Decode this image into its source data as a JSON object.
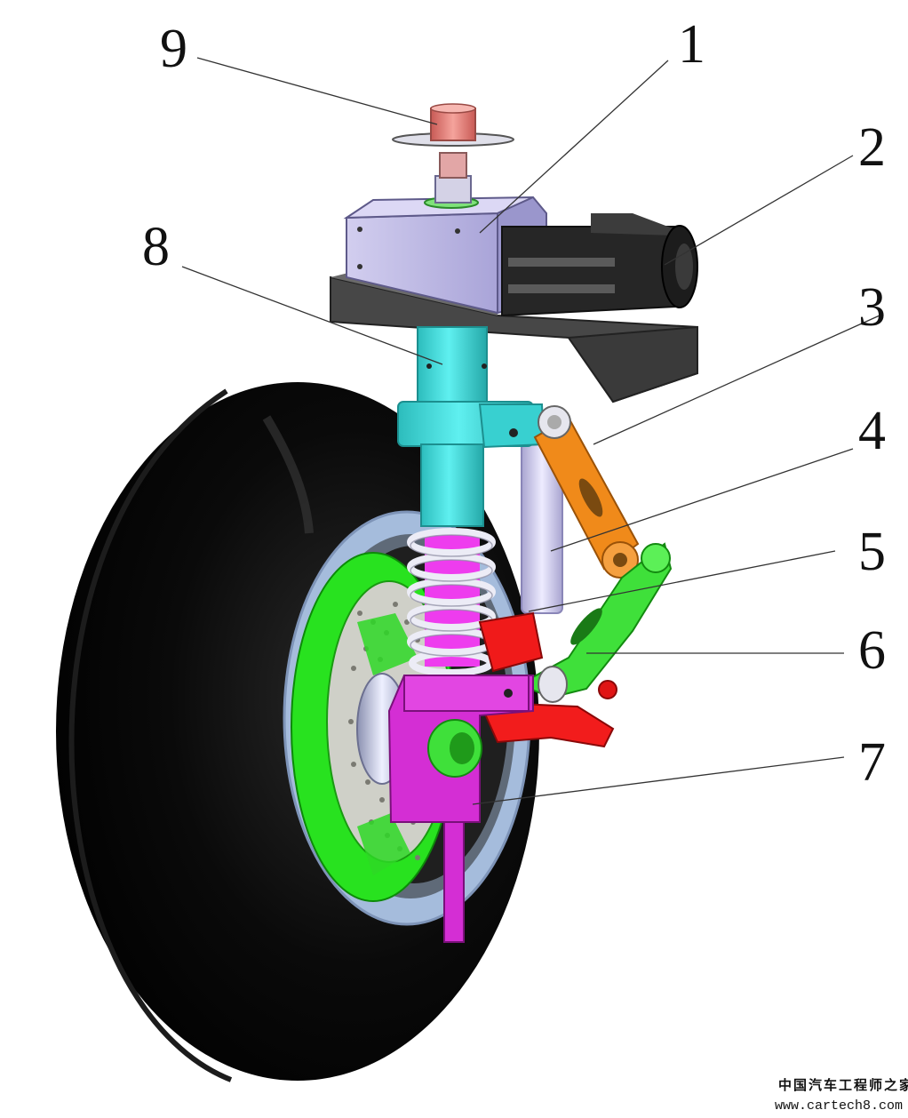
{
  "figure": {
    "description_free": true,
    "callouts": [
      {
        "number": "1"
      },
      {
        "number": "2"
      },
      {
        "number": "3"
      },
      {
        "number": "4"
      },
      {
        "number": "5"
      },
      {
        "number": "6"
      },
      {
        "number": "7"
      },
      {
        "number": "8"
      },
      {
        "number": "9"
      }
    ]
  },
  "watermark": {
    "site_name": "中国汽车工程师之家",
    "url": "www.cartech8.com"
  },
  "colors": {
    "tire": "#050505",
    "rim": "#9fb6d6",
    "brake_disc": "#22e01a",
    "column": "#3ad9d9",
    "spring": "#f04af0",
    "knuckle": "#d22ed2",
    "upper_link": "#f08a1a",
    "lower_arm": "#3fe03a",
    "caliper": "#f01a1a",
    "motor": "#262626",
    "gearbox": "#b9b4e6",
    "bracket": "#4a4a4a",
    "damper": "#c9c6e8",
    "steering_cap": "#ec8a84"
  }
}
